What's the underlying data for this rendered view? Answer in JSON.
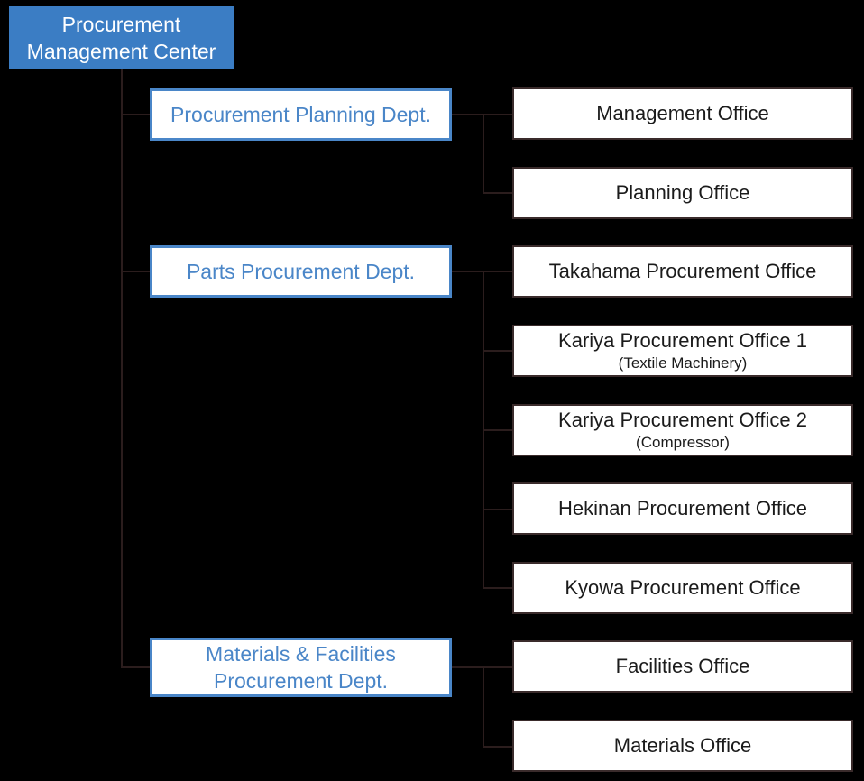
{
  "chart_data": {
    "type": "diagram",
    "title": "Procurement Management Center organization chart",
    "root": "Procurement Management Center",
    "departments": [
      {
        "name": "Procurement Planning Dept.",
        "offices": [
          "Management Office",
          "Planning Office"
        ]
      },
      {
        "name": "Parts Procurement Dept.",
        "offices": [
          "Takahama Procurement Office",
          "Kariya Procurement Office 1 (Textile Machinery)",
          "Kariya Procurement Office 2 (Compressor)",
          "Hekinan Procurement Office",
          "Kyowa Procurement Office"
        ]
      },
      {
        "name": "Materials & Facilities Procurement Dept.",
        "offices": [
          "Facilities Office",
          "Materials Office"
        ]
      }
    ]
  },
  "colors": {
    "background": "#000000",
    "root_fill": "#3b7dc4",
    "root_text": "#ffffff",
    "dept_border": "#4a86c8",
    "dept_text": "#4a86c8",
    "dept_fill": "#ffffff",
    "office_border": "#3a2b2b",
    "office_text": "#1b1b1b",
    "office_fill": "#ffffff",
    "connector": "#2b1d1d"
  },
  "root": {
    "line1": "Procurement",
    "line2": "Management Center"
  },
  "departments": [
    {
      "line1": "Procurement Planning Dept.",
      "line2": ""
    },
    {
      "line1": "Parts Procurement Dept.",
      "line2": ""
    },
    {
      "line1": "Materials & Facilities",
      "line2": "Procurement Dept."
    }
  ],
  "offices": [
    {
      "line1": "Management Office",
      "line2": ""
    },
    {
      "line1": "Planning Office",
      "line2": ""
    },
    {
      "line1": "Takahama Procurement Office",
      "line2": ""
    },
    {
      "line1": "Kariya Procurement Office 1",
      "line2": "(Textile Machinery)"
    },
    {
      "line1": "Kariya Procurement Office 2",
      "line2": "(Compressor)"
    },
    {
      "line1": "Hekinan Procurement Office",
      "line2": ""
    },
    {
      "line1": "Kyowa Procurement Office",
      "line2": ""
    },
    {
      "line1": "Facilities Office",
      "line2": ""
    },
    {
      "line1": "Materials Office",
      "line2": ""
    }
  ]
}
